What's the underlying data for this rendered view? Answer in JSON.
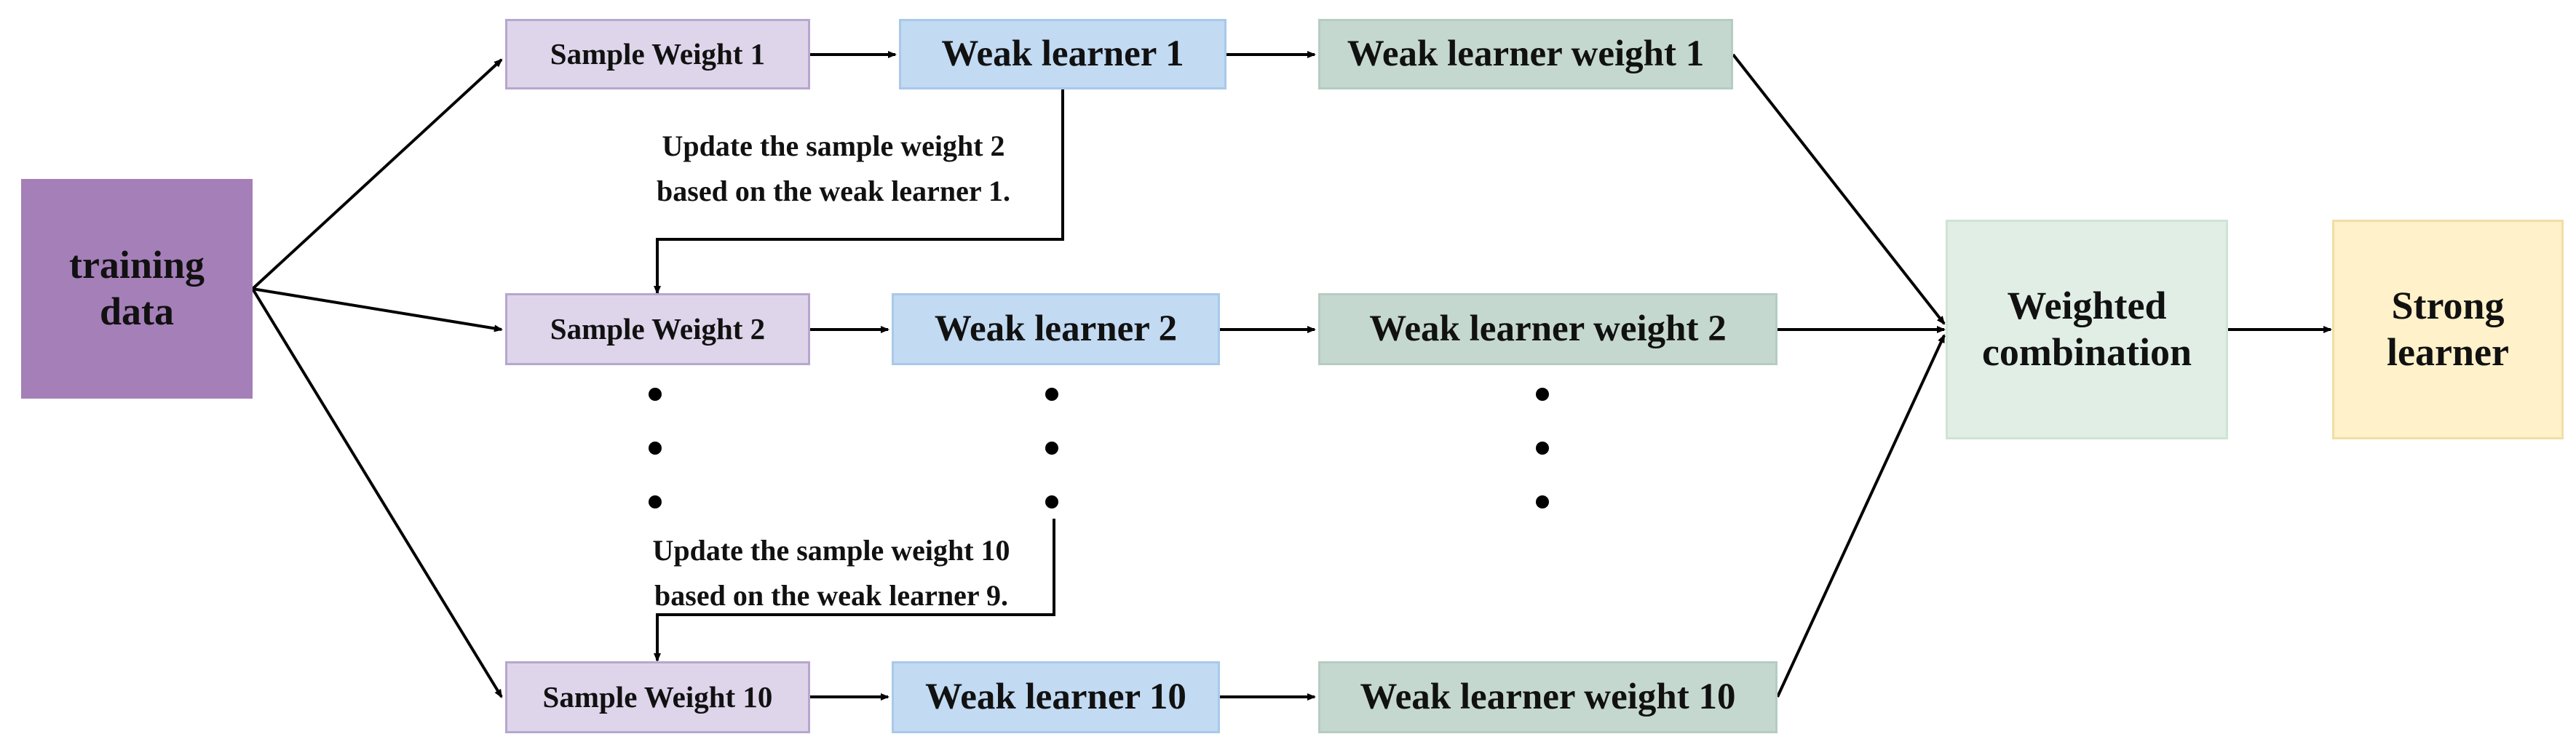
{
  "colors": {
    "training_fill": "#a57fb8",
    "sample_fill": "#ded5ea",
    "learner_fill": "#c2daf2",
    "learner_weight_fill": "#c5d8cf",
    "combination_fill": "#e0eee5",
    "strong_fill": "#fff1c9",
    "arrow": "#000000"
  },
  "nodes": {
    "training": "training\ndata",
    "sample_weights": [
      "Sample Weight 1",
      "Sample Weight 2",
      "Sample Weight 10"
    ],
    "weak_learners": [
      "Weak learner 1",
      "Weak learner 2",
      "Weak learner 10"
    ],
    "learner_weights": [
      "Weak learner weight 1",
      "Weak learner weight 2",
      "Weak learner weight 10"
    ],
    "combination": "Weighted\ncombination",
    "strong": "Strong\nlearner"
  },
  "notes": [
    {
      "line1": "Update the sample weight 2",
      "line2": "based on the weak learner 1."
    },
    {
      "line1": "Update the sample weight 10",
      "line2": "based on the weak learner 9."
    }
  ]
}
